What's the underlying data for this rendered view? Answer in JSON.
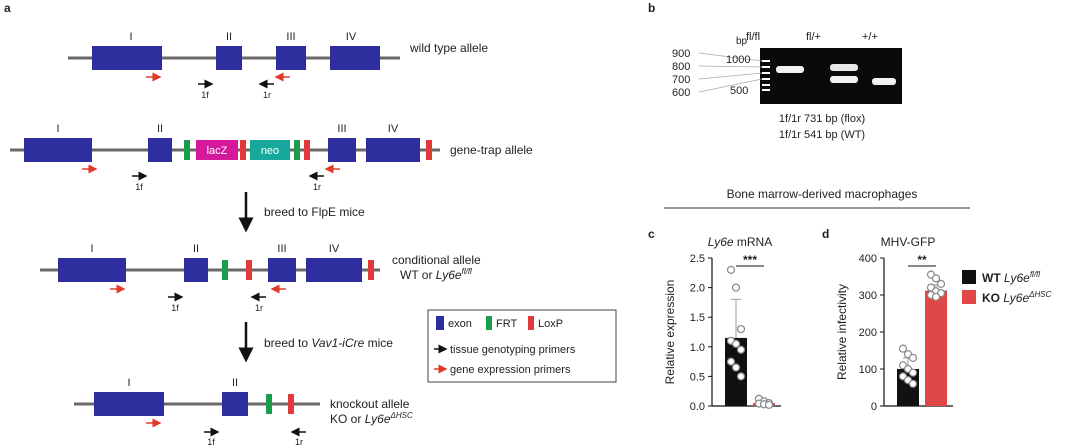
{
  "panel_labels": {
    "a": "a",
    "b": "b",
    "c": "c",
    "d": "d"
  },
  "exon_numerals": {
    "I": "I",
    "II": "II",
    "III": "III",
    "IV": "IV"
  },
  "primers": {
    "forward": "1f",
    "reverse": "1r"
  },
  "panel_a": {
    "wild_type_label": "wild type allele",
    "gene_trap_label": "gene-trap allele",
    "lacz_label": "lacZ",
    "neo_label": "neo",
    "breed_flpe": "breed to FlpE mice",
    "conditional_label_line1": "conditional allele",
    "conditional_label_line2_prefix": "WT or ",
    "gene_name": "Ly6e",
    "floxed_superscript": "fl/fl",
    "breed_vav_prefix": "breed to ",
    "vav_cre": "Vav1-iCre",
    "breed_vav_suffix": " mice",
    "knockout_label_line1": "knockout allele",
    "knockout_label_line2_prefix": "KO or ",
    "ko_superscript": "ΔHSC",
    "legend": {
      "exon": "exon",
      "frt": "FRT",
      "loxp": "LoxP",
      "genotyping": "tissue genotyping primers",
      "expression": "gene expression primers"
    }
  },
  "panel_b": {
    "bp_label": "bp",
    "ladder_labels": [
      "900",
      "800",
      "700",
      "600"
    ],
    "ladder_scale": [
      "1000",
      "500"
    ],
    "lanes": [
      "fl/fl",
      "fl/+",
      "+/+"
    ],
    "caption_flox": "1f/1r 731 bp (flox)",
    "caption_wt": "1f/1r 541 bp (WT)"
  },
  "section_header": "Bone marrow-derived macrophages",
  "colors": {
    "exon": "#2e2e9e",
    "frt": "#1a9c4a",
    "loxp": "#e23a3a",
    "lacz": "#d6189a",
    "neo": "#16a89a",
    "wt_bar": "#111111",
    "ko_bar": "#e04848",
    "primer_expression": "#e03a2a",
    "primer_genotyping": "#111111"
  },
  "chart_data": [
    {
      "type": "bar",
      "panel": "c",
      "title_gene": "Ly6e",
      "title_rest": " mRNA",
      "ylabel": "Relative expression",
      "ylim": [
        0,
        2.5
      ],
      "yticks": [
        "0.0",
        "0.5",
        "1.0",
        "1.5",
        "2.0",
        "2.5"
      ],
      "significance": "***",
      "categories": [
        "WT",
        "KO"
      ],
      "values": [
        1.15,
        0.05
      ],
      "error": [
        0.65,
        0.05
      ],
      "points": [
        [
          2.3,
          2.0,
          1.3,
          1.1,
          1.05,
          0.95,
          0.75,
          0.65,
          0.5
        ],
        [
          0.12,
          0.08,
          0.05,
          0.04,
          0.03,
          0.02
        ]
      ]
    },
    {
      "type": "bar",
      "panel": "d",
      "title": "MHV-GFP",
      "ylabel": "Relative infectivity",
      "ylim": [
        0,
        400
      ],
      "yticks": [
        "0",
        "100",
        "200",
        "300",
        "400"
      ],
      "significance": "**",
      "categories": [
        "WT",
        "KO"
      ],
      "values": [
        100,
        312
      ],
      "error": [
        30,
        15
      ],
      "points": [
        [
          155,
          140,
          130,
          110,
          100,
          90,
          80,
          70,
          60
        ],
        [
          355,
          345,
          330,
          320,
          310,
          305,
          300,
          295
        ]
      ],
      "legend": [
        {
          "bold": "WT",
          "gene": "Ly6e",
          "superscript": "fl/fl"
        },
        {
          "bold": "KO",
          "gene": "Ly6e",
          "superscript": "ΔHSC"
        }
      ]
    }
  ]
}
